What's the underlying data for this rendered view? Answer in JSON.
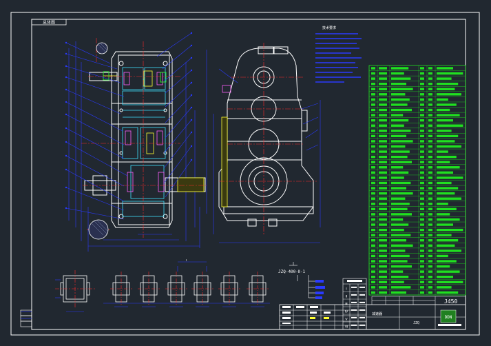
{
  "title_stamp": "总体图",
  "notes_title": "技术要求",
  "model_code": "JZQ-400-Ⅱ-1",
  "drawing_no": "JZQ",
  "drawing_code": "J450",
  "drawing_name": "减速器",
  "logo_text": "DDN",
  "stage_label": "Ⅰ",
  "roman_rows": [
    "Ⅰ",
    "Ⅱ",
    "Ⅲ",
    "Ⅳ",
    "Ⅴ",
    "Ⅵ"
  ],
  "colors": {
    "background": "#212830",
    "frame": "#ffffff",
    "outline": "#ffffff",
    "dimension": "#2a3aff",
    "center_line": "#ff2a2a",
    "table": "#20e020",
    "section": "#ffff30",
    "part": "#40e0ff"
  }
}
